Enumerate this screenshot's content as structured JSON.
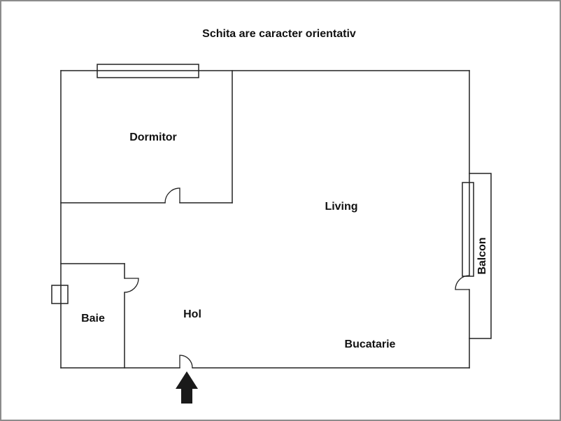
{
  "title": "Schita are caracter orientativ",
  "rooms": {
    "dormitor": {
      "label": "Dormitor"
    },
    "living": {
      "label": "Living"
    },
    "hol": {
      "label": "Hol"
    },
    "baie": {
      "label": "Baie"
    },
    "bucatarie": {
      "label": "Bucatarie"
    },
    "balcon": {
      "label": "Balcon"
    }
  },
  "icons": {
    "entrance_arrow": "filled-up-arrow"
  },
  "colors": {
    "background": "#ffffff",
    "frame": "#8c8c8c",
    "wall": "#222222",
    "text": "#111111",
    "arrow": "#1a1a1a"
  }
}
